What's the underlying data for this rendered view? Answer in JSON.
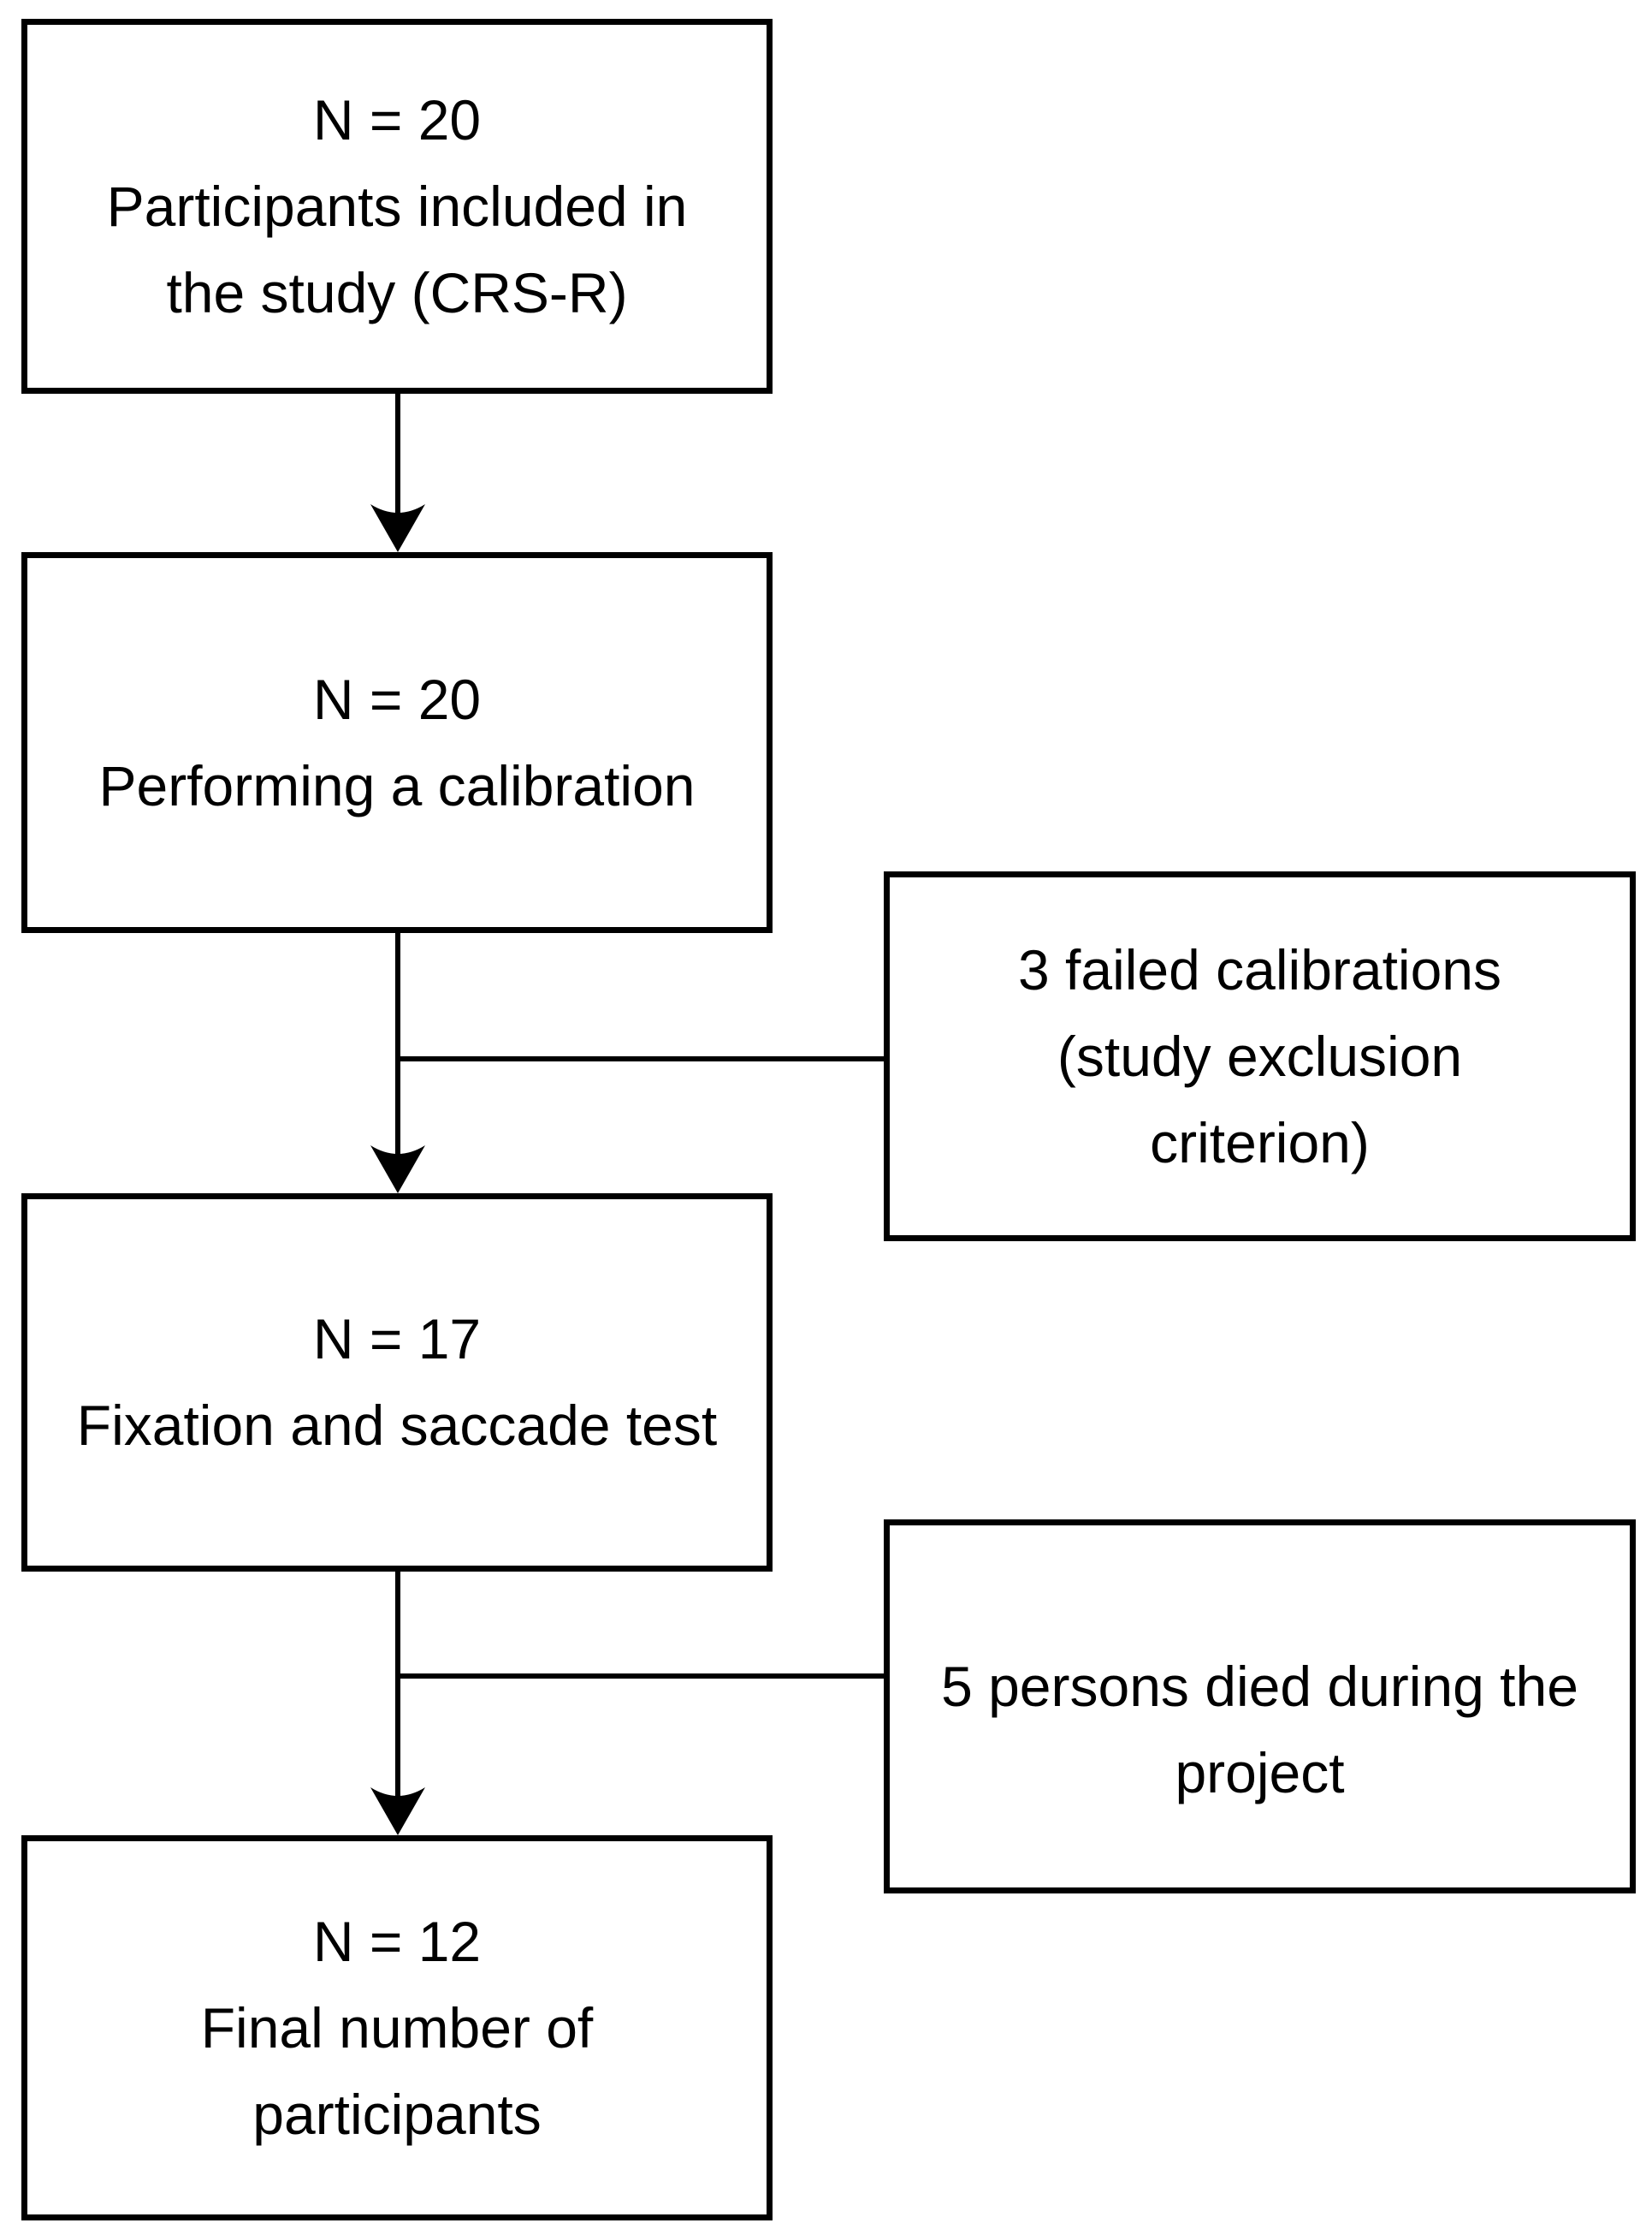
{
  "figure_type": "study-participant-flow-diagram",
  "colors": {
    "background": "#ffffff",
    "line": "#000000",
    "text": "#000000"
  },
  "boxes": {
    "participants_included": {
      "lines": [
        "N = 20",
        "Participants included in",
        "the study (CRS-R)"
      ]
    },
    "calibration": {
      "lines": [
        "N = 20",
        "Performing a calibration"
      ]
    },
    "failed_calibrations": {
      "lines": [
        "3 failed calibrations",
        "(study exclusion",
        "criterion)"
      ]
    },
    "fixation_saccade": {
      "lines": [
        "N = 17",
        "Fixation and saccade test"
      ]
    },
    "died_during_project": {
      "lines": [
        "5 persons died during the",
        "project"
      ]
    },
    "final_participants": {
      "lines": [
        "N = 12",
        "Final number of",
        "participants"
      ]
    }
  }
}
